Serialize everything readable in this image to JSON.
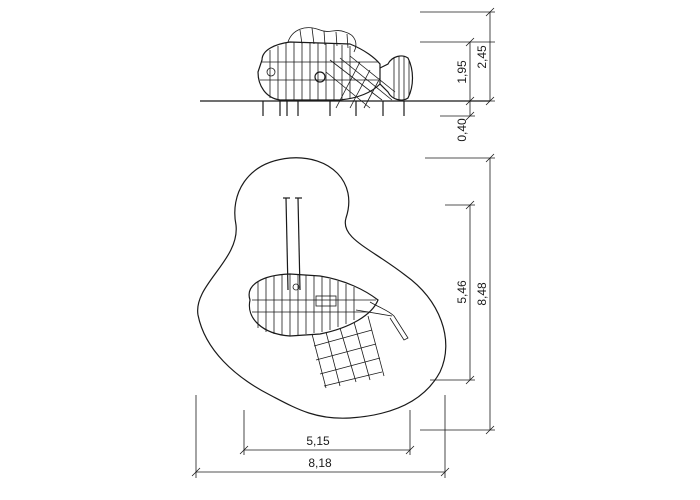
{
  "side_view": {
    "dimensions": {
      "height_upper": "1,95",
      "height_total": "2,45",
      "depth_below": "0,40"
    }
  },
  "plan_view": {
    "dimensions": {
      "inner_width": "5,15",
      "outer_width": "8,18",
      "inner_length": "5,46",
      "outer_length": "8,48"
    }
  }
}
